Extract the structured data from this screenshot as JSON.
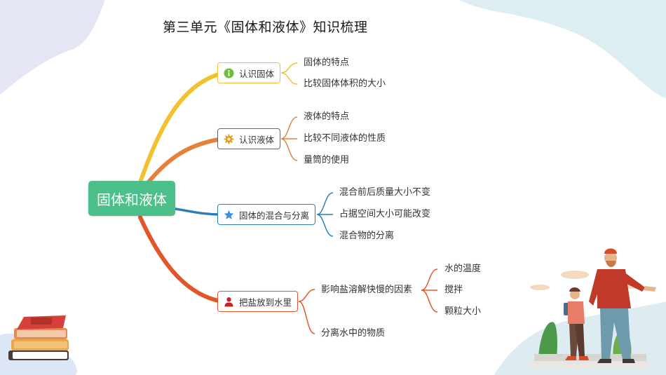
{
  "title": "第三单元《固体和液体》知识梳理",
  "colors": {
    "root": "#4dbf8a",
    "branch1": "#f2c12e",
    "branch2": "#e5813a",
    "branch3": "#2b7fb8",
    "branch4": "#e2572a"
  },
  "root": {
    "label": "固体和液体"
  },
  "branches": [
    {
      "label": "认识固体",
      "icon": "info-icon",
      "leaves": [
        "固体的特点",
        "比较固体体积的大小"
      ]
    },
    {
      "label": "认识液体",
      "icon": "gear-icon",
      "leaves": [
        "液体的特点",
        "比较不同液体的性质",
        "量筒的使用"
      ]
    },
    {
      "label": "固体的混合与分离",
      "icon": "star-icon",
      "leaves": [
        "混合前后质量大小不变",
        "占据空间大小可能改变",
        "混合物的分离"
      ]
    },
    {
      "label": "把盐放到水里",
      "icon": "person-icon",
      "children": [
        {
          "label": "影响盐溶解快慢的因素",
          "leaves": [
            "水的温度",
            "搅拌",
            "颗粒大小"
          ]
        },
        {
          "label": "分离水中的物质"
        }
      ]
    }
  ]
}
